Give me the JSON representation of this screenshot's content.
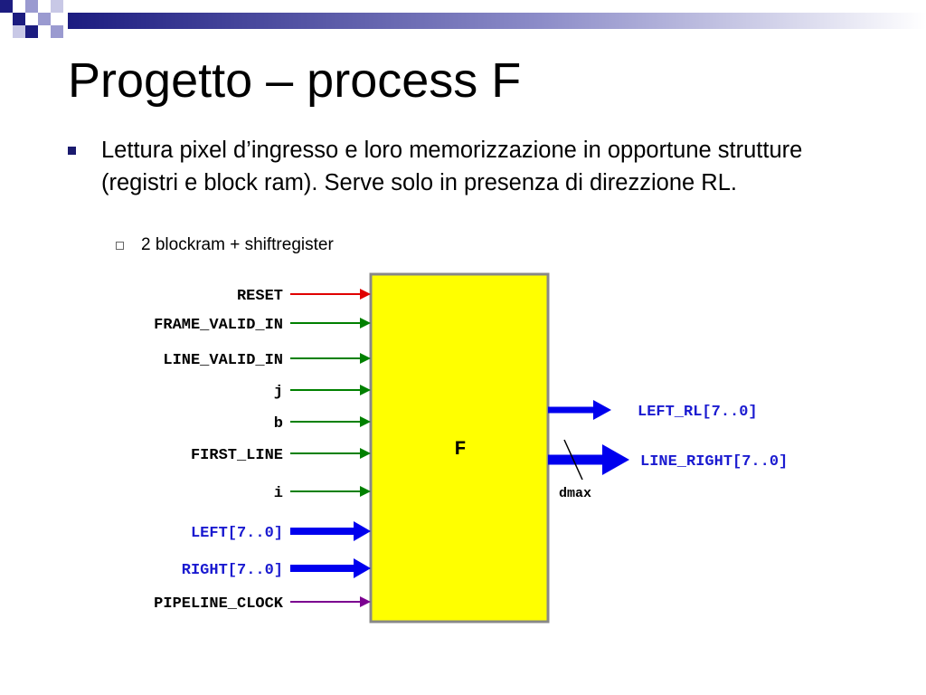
{
  "slide": {
    "title": "Progetto – process F",
    "bullet": "Lettura pixel d’ingresso e loro memorizzazione in opportune strutture (registri e block ram). Serve solo in presenza di direzzione RL.",
    "sub_bullet": "2 blockram +  shiftregister"
  },
  "diagram": {
    "block_label": "F",
    "inputs": [
      {
        "label": "RESET",
        "color": "#e00000",
        "kind": "thin"
      },
      {
        "label": "FRAME_VALID_IN",
        "color": "#008000",
        "kind": "thin"
      },
      {
        "label": "LINE_VALID_IN",
        "color": "#008000",
        "kind": "thin"
      },
      {
        "label": "j",
        "color": "#008000",
        "kind": "thin"
      },
      {
        "label": "b",
        "color": "#008000",
        "kind": "thin"
      },
      {
        "label": "FIRST_LINE",
        "color": "#008000",
        "kind": "thin"
      },
      {
        "label": "i",
        "color": "#008000",
        "kind": "thin"
      },
      {
        "label": "LEFT[7..0]",
        "color": "#0000ee",
        "kind": "bus"
      },
      {
        "label": "RIGHT[7..0]",
        "color": "#0000ee",
        "kind": "bus"
      },
      {
        "label": "PIPELINE_CLOCK",
        "color": "#7b0090",
        "kind": "thin"
      }
    ],
    "outputs": [
      {
        "label": "LEFT_RL[7..0]",
        "color": "#0000ee"
      },
      {
        "label": "LINE_RIGHT[7..0]",
        "color": "#0000ee"
      }
    ],
    "annotation": "dmax",
    "colors": {
      "block_fill": "#ffff00",
      "block_border": "#888888",
      "bus_label": "#1a1ad0"
    }
  }
}
